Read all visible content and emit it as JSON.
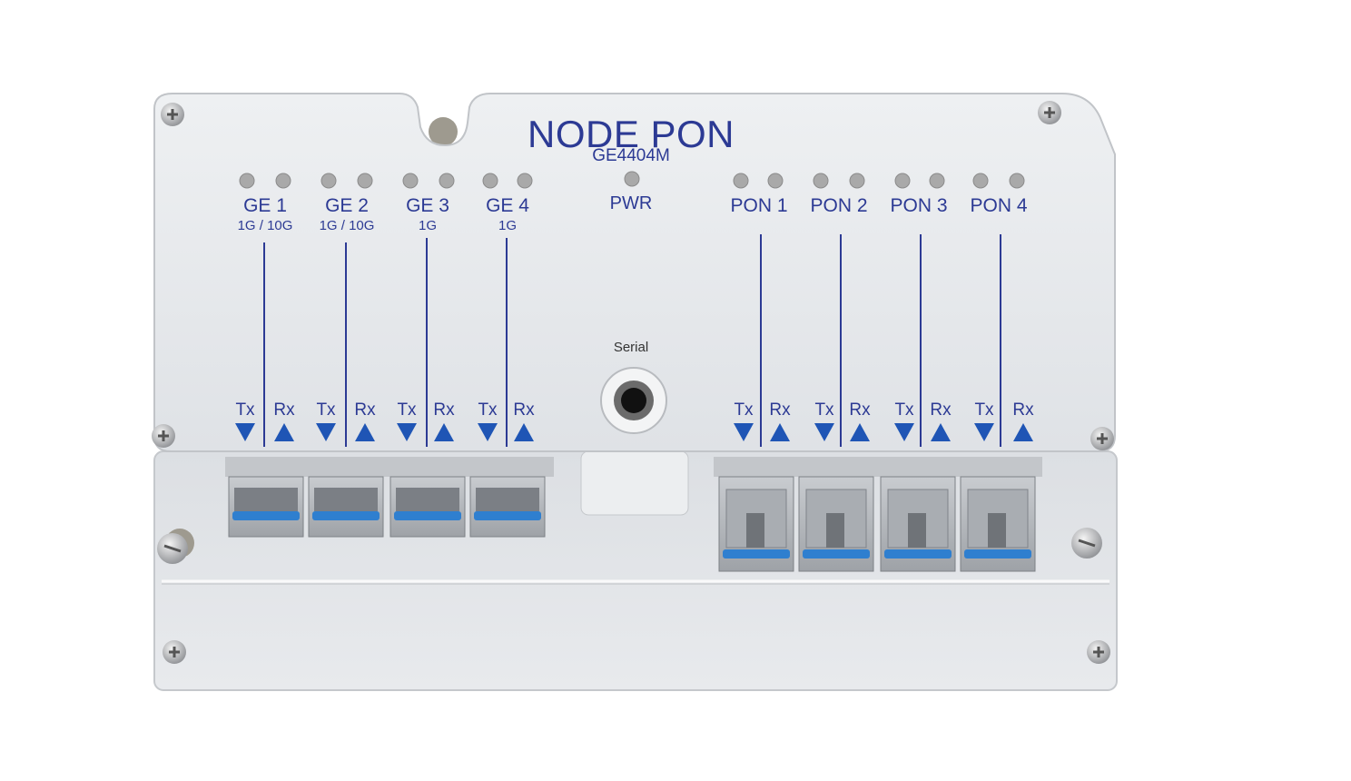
{
  "device": {
    "title": "NODE PON",
    "model": "GE4404M",
    "power_label": "PWR",
    "serial_label": "Serial",
    "tx_label": "Tx",
    "rx_label": "Rx",
    "colors": {
      "panel": "#e4e7ea",
      "ink": "#2c3a94",
      "fiber_latch": "#2f7fcf",
      "led": "#a9a9a9"
    }
  },
  "ge_ports": [
    {
      "name": "GE 1",
      "speed": "1G / 10G"
    },
    {
      "name": "GE 2",
      "speed": "1G / 10G"
    },
    {
      "name": "GE 3",
      "speed": "1G"
    },
    {
      "name": "GE 4",
      "speed": "1G"
    }
  ],
  "pon_ports": [
    {
      "name": "PON 1"
    },
    {
      "name": "PON 2"
    },
    {
      "name": "PON 3"
    },
    {
      "name": "PON 4"
    }
  ]
}
